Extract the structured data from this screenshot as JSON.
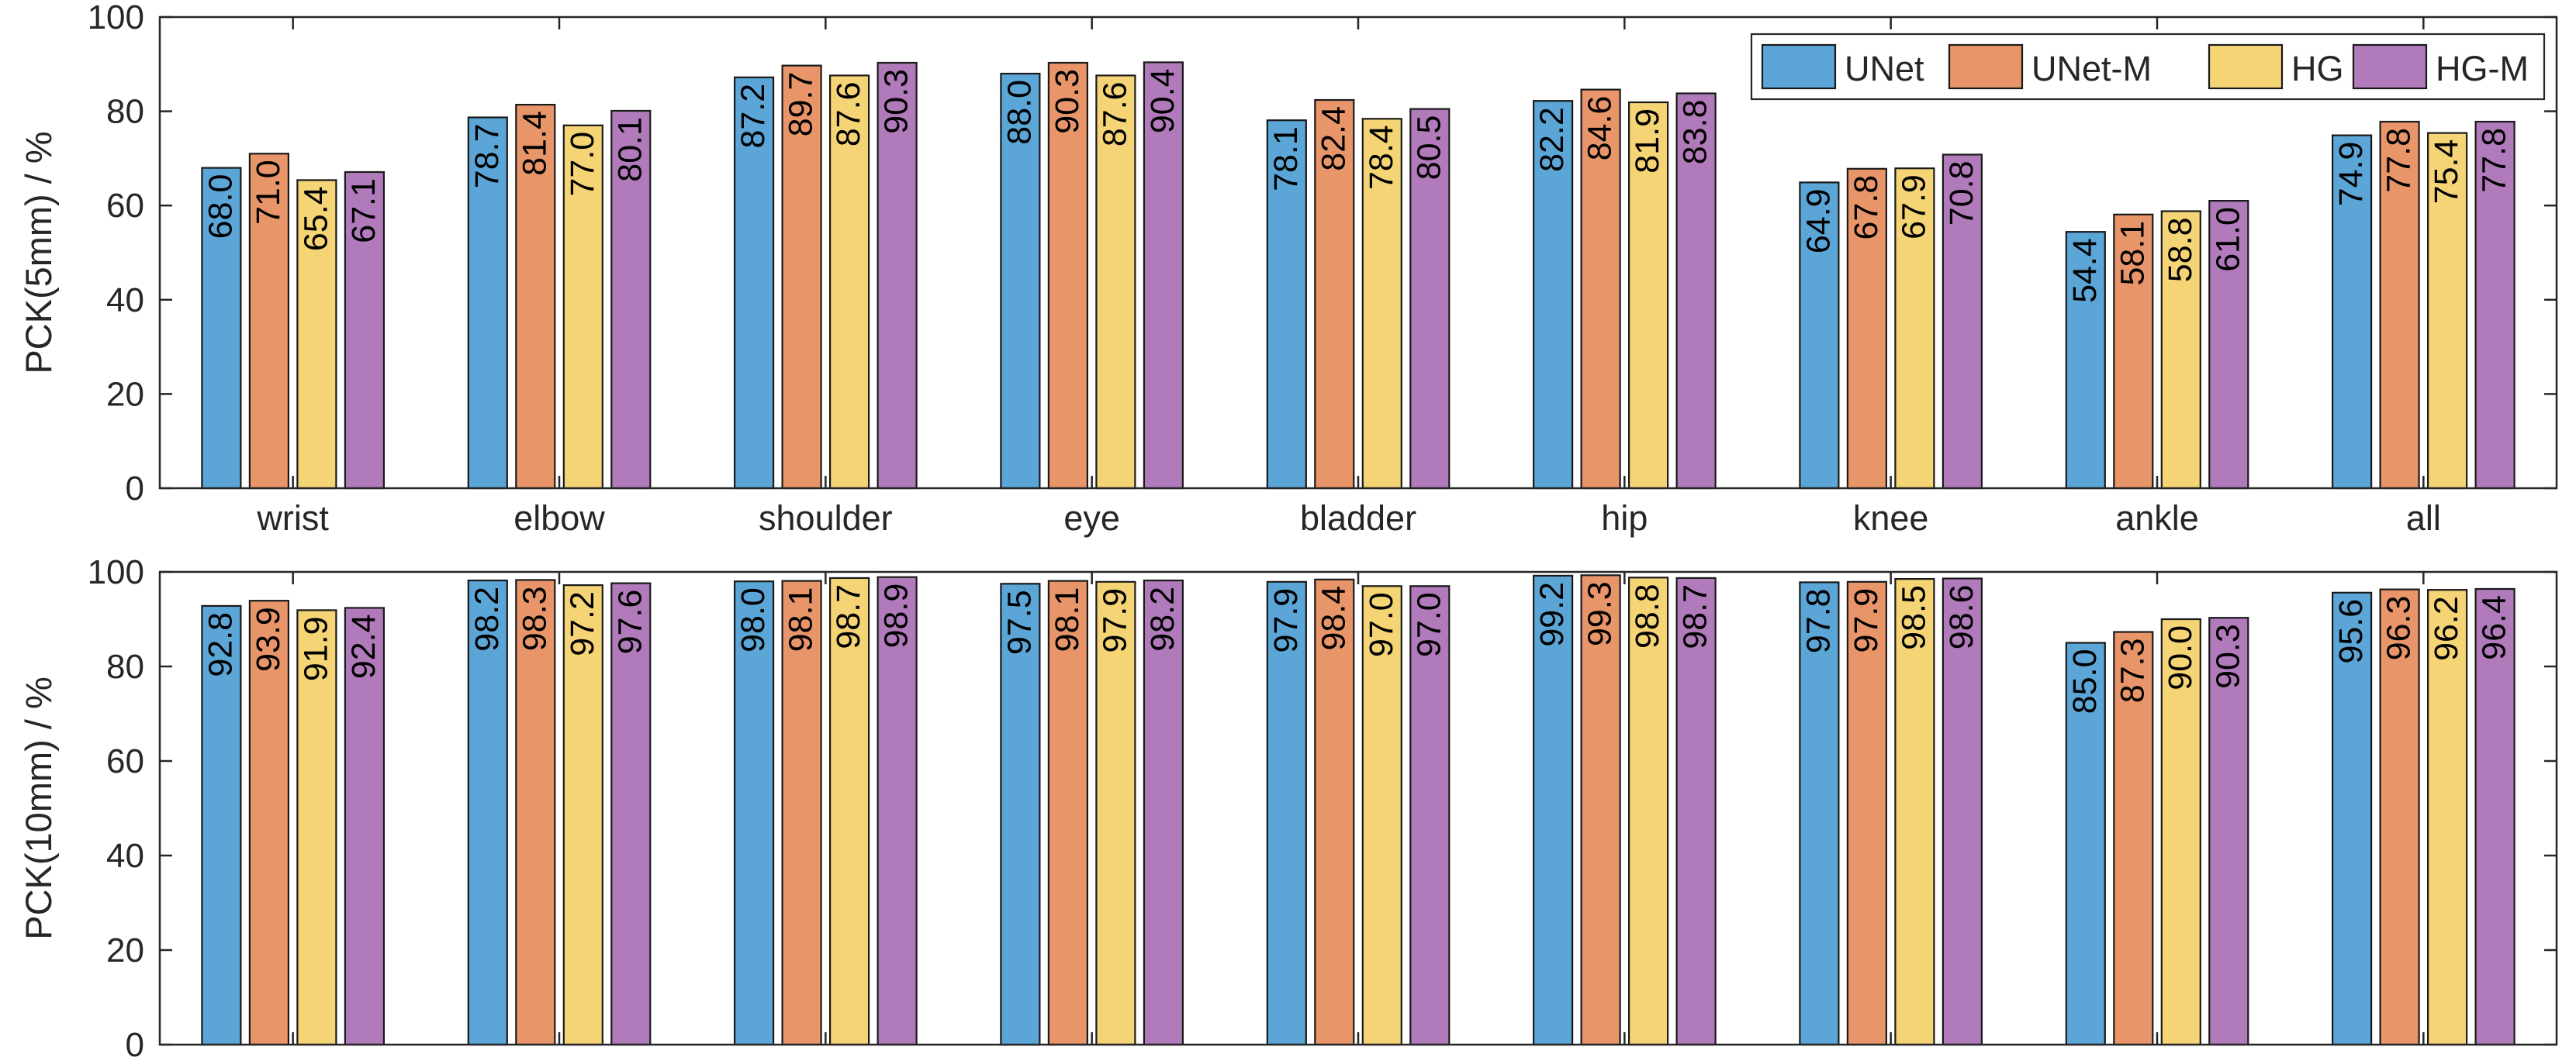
{
  "colors": {
    "series": [
      "#5BA5D7",
      "#E8956A",
      "#F5D476",
      "#B17ABB"
    ],
    "axis": "#262626",
    "bar_edge": "#1a1a1a",
    "background": "#ffffff"
  },
  "chart_data": [
    {
      "type": "bar",
      "title": "",
      "xlabel": "",
      "ylabel": "PCK(5mm) / %",
      "ylim": [
        0,
        100
      ],
      "yticks": [
        0,
        20,
        40,
        60,
        80,
        100
      ],
      "grid": false,
      "legend": "top-right",
      "categories": [
        "wrist",
        "elbow",
        "shoulder",
        "eye",
        "bladder",
        "hip",
        "knee",
        "ankle",
        "all"
      ],
      "series": [
        {
          "name": "UNet",
          "values": [
            68.0,
            78.7,
            87.2,
            88.0,
            78.1,
            82.2,
            64.9,
            54.4,
            74.9
          ],
          "labels": [
            "68.0",
            "78.7",
            "87.2",
            "88.0",
            "78.1",
            "82.2",
            "64.9",
            "54.4",
            "74.9"
          ]
        },
        {
          "name": "UNet-M",
          "values": [
            71.0,
            81.4,
            89.7,
            90.3,
            82.4,
            84.6,
            67.8,
            58.1,
            77.8
          ],
          "labels": [
            "71.0",
            "81.4",
            "89.7",
            "90.3",
            "82.4",
            "84.6",
            "67.8",
            "58.1",
            "77.8"
          ]
        },
        {
          "name": "HG",
          "values": [
            65.4,
            77.0,
            87.6,
            87.6,
            78.4,
            81.9,
            67.9,
            58.8,
            75.4
          ],
          "labels": [
            "65.4",
            "77.0",
            "87.6",
            "87.6",
            "78.4",
            "81.9",
            "67.9",
            "58.8",
            "75.4"
          ]
        },
        {
          "name": "HG-M",
          "values": [
            67.1,
            80.1,
            90.3,
            90.4,
            80.5,
            83.8,
            70.8,
            61.0,
            77.8
          ],
          "labels": [
            "67.1",
            "80.1",
            "90.3",
            "90.4",
            "80.5",
            "83.8",
            "70.8",
            "61.0",
            "77.8"
          ]
        }
      ]
    },
    {
      "type": "bar",
      "title": "",
      "xlabel": "",
      "ylabel": "PCK(10mm) / %",
      "ylim": [
        0,
        100
      ],
      "yticks": [
        0,
        20,
        40,
        60,
        80,
        100
      ],
      "grid": false,
      "categories": [
        "wrist",
        "elbow",
        "shoulder",
        "eye",
        "bladder",
        "hip",
        "knee",
        "ankle",
        "all"
      ],
      "series": [
        {
          "name": "UNet",
          "values": [
            92.8,
            98.2,
            98.0,
            97.5,
            97.9,
            99.2,
            97.8,
            85.0,
            95.6
          ],
          "labels": [
            "92.8",
            "98.2",
            "98.0",
            "97.5",
            "97.9",
            "99.2",
            "97.8",
            "85.0",
            "95.6"
          ]
        },
        {
          "name": "UNet-M",
          "values": [
            93.9,
            98.3,
            98.1,
            98.1,
            98.4,
            99.3,
            97.9,
            87.3,
            96.3
          ],
          "labels": [
            "93.9",
            "98.3",
            "98.1",
            "98.1",
            "98.4",
            "99.3",
            "97.9",
            "87.3",
            "96.3"
          ]
        },
        {
          "name": "HG",
          "values": [
            91.9,
            97.2,
            98.7,
            97.9,
            97.0,
            98.8,
            98.5,
            90.0,
            96.2
          ],
          "labels": [
            "91.9",
            "97.2",
            "98.7",
            "97.9",
            "97.0",
            "98.8",
            "98.5",
            "90.0",
            "96.2"
          ]
        },
        {
          "name": "HG-M",
          "values": [
            92.4,
            97.6,
            98.9,
            98.2,
            97.0,
            98.7,
            98.6,
            90.3,
            96.4
          ],
          "labels": [
            "92.4",
            "97.6",
            "98.9",
            "98.2",
            "97.0",
            "98.7",
            "98.6",
            "90.3",
            "96.4"
          ]
        }
      ]
    }
  ]
}
